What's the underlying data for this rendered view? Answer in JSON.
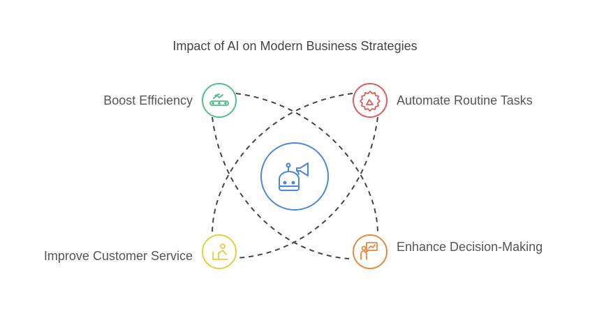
{
  "title": "Impact of AI on Modern Business Strategies",
  "nodes": {
    "top_left": {
      "label": "Boost Efficiency",
      "color": "#4fbf86",
      "icon": "conveyor-belt-icon"
    },
    "top_right": {
      "label": "Automate Routine Tasks",
      "color": "#e05a5a",
      "icon": "gear-hand-icon"
    },
    "bottom_left": {
      "label": "Improve Customer Service",
      "color": "#e3cf3e",
      "icon": "customer-desk-icon"
    },
    "bottom_right": {
      "label": "Enhance Decision-Making",
      "color": "#e9873a",
      "icon": "presentation-icon"
    }
  },
  "center": {
    "color": "#4a86e0",
    "icon": "robot-megaphone-icon"
  }
}
